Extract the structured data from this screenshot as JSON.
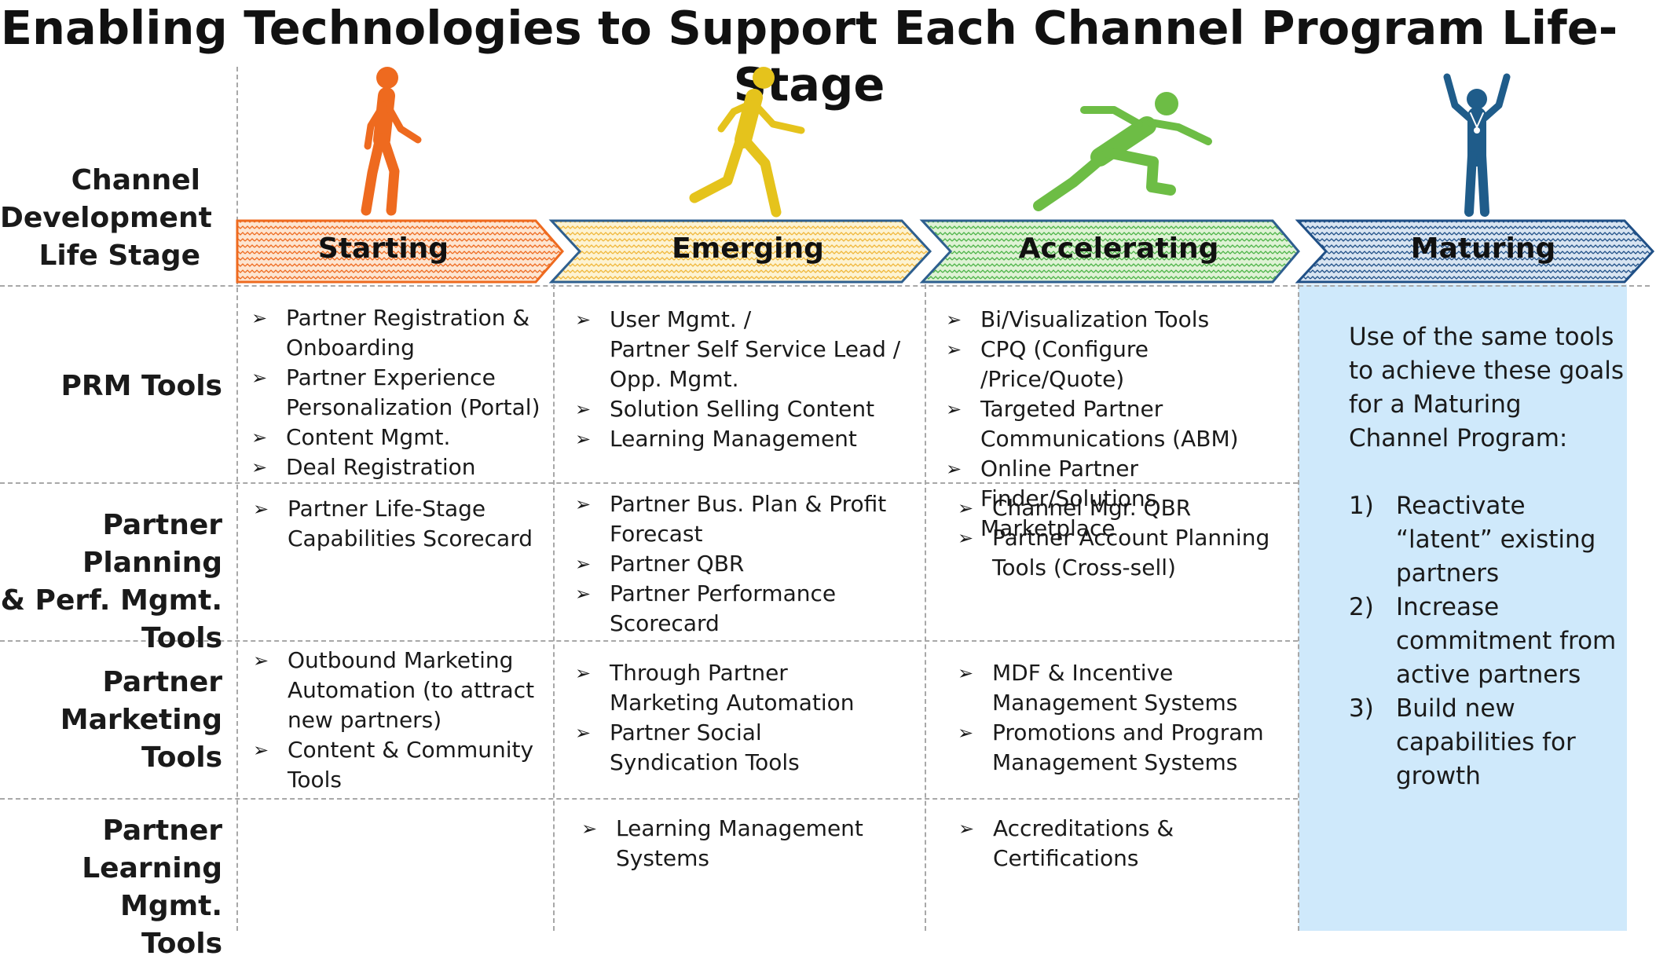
{
  "title": "Enabling Technologies to Support Each Channel Program Life-Stage",
  "row_labels": {
    "stage": [
      "Channel",
      "Development",
      "Life Stage"
    ],
    "prm": [
      "PRM Tools"
    ],
    "planning": [
      "Partner Planning",
      "& Perf. Mgmt.",
      "Tools"
    ],
    "marketing": [
      "Partner",
      "Marketing",
      "Tools"
    ],
    "learning": [
      "Partner",
      "Learning Mgmt.",
      "Tools"
    ]
  },
  "stages": [
    {
      "label": "Starting",
      "color": "#ee6a1f",
      "figure": "walking-person-icon"
    },
    {
      "label": "Emerging",
      "color": "#e5c31c",
      "figure": "running-person-icon"
    },
    {
      "label": "Accelerating",
      "color": "#6dbd45",
      "figure": "sprinting-person-icon"
    },
    {
      "label": "Maturing",
      "color": "#1f5c8a",
      "figure": "victory-person-icon"
    }
  ],
  "prm": {
    "starting": [
      [
        "Partner Registration &",
        "Onboarding"
      ],
      [
        "Partner Experience",
        "Personalization (Portal)"
      ],
      [
        "Content Mgmt."
      ],
      [
        "Deal Registration"
      ]
    ],
    "emerging": [
      [
        "User Mgmt. /",
        "Partner Self Service Lead /",
        "Opp. Mgmt."
      ],
      [
        "Solution Selling Content"
      ],
      [
        "Learning Management"
      ]
    ],
    "accelerating": [
      [
        "Bi/Visualization Tools"
      ],
      [
        "CPQ  (Configure /Price/Quote)"
      ],
      [
        "Targeted Partner",
        "Communications (ABM)"
      ],
      [
        "Online Partner",
        "Finder/Solutions Marketplace"
      ]
    ]
  },
  "planning": {
    "starting": [
      [
        "Partner Life-Stage",
        "Capabilities Scorecard"
      ]
    ],
    "emerging": [
      [
        "Partner Bus. Plan & Profit",
        "Forecast"
      ],
      [
        "Partner QBR"
      ],
      [
        "Partner Performance",
        "Scorecard"
      ]
    ],
    "accelerating": [
      [
        "Channel Mgr. QBR"
      ],
      [
        "Partner Account Planning",
        "Tools (Cross-sell)"
      ]
    ]
  },
  "marketing": {
    "starting": [
      [
        "Outbound Marketing",
        "Automation (to attract",
        "new partners)"
      ],
      [
        "Content & Community",
        "Tools"
      ]
    ],
    "emerging": [
      [
        "Through Partner",
        "Marketing Automation"
      ],
      [
        "Partner Social",
        "Syndication Tools"
      ]
    ],
    "accelerating": [
      [
        "MDF & Incentive",
        "Management Systems"
      ],
      [
        "Promotions and Program",
        "Management Systems"
      ]
    ]
  },
  "learning": {
    "starting": [],
    "emerging": [
      [
        "Learning Management",
        "Systems"
      ]
    ],
    "accelerating": [
      [
        "Accreditations &",
        "Certifications"
      ]
    ]
  },
  "maturing": {
    "intro": [
      "Use of the same tools",
      "to achieve these goals",
      "for a Maturing",
      "Channel Program:"
    ],
    "goals": [
      {
        "num": "1)",
        "lines": [
          "Reactivate",
          "“latent” existing",
          "partners"
        ]
      },
      {
        "num": "2)",
        "lines": [
          "Increase",
          "commitment from",
          "active partners"
        ]
      },
      {
        "num": "3)",
        "lines": [
          "Build new",
          "capabilities for",
          "growth"
        ]
      }
    ]
  }
}
